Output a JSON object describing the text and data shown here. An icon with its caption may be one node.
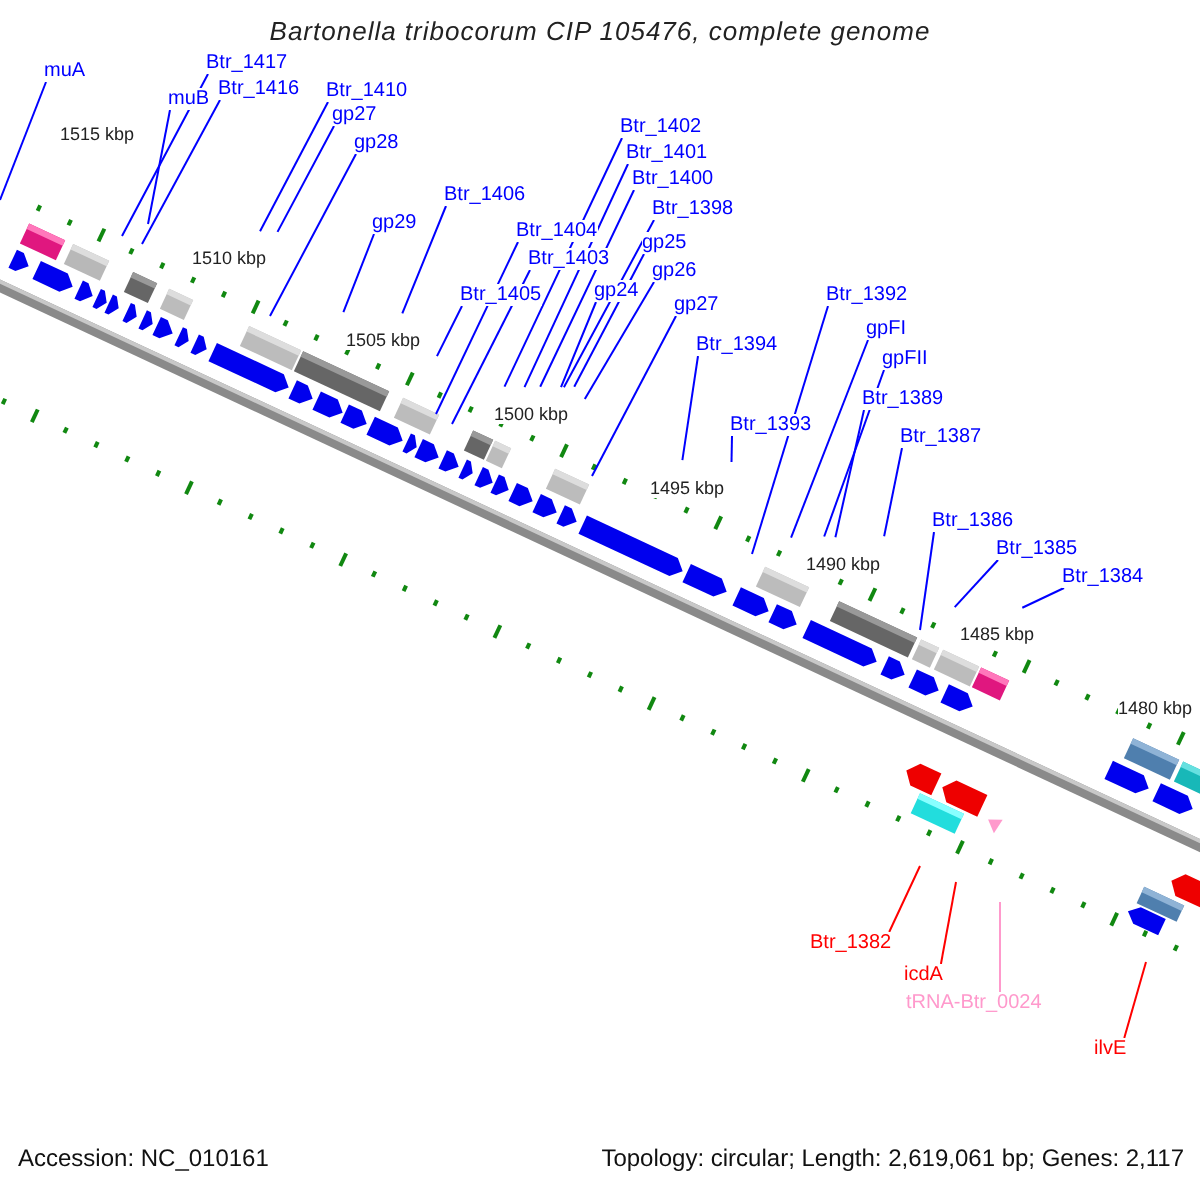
{
  "diagram": {
    "title": "Bartonella tribocorum CIP 105476, complete genome",
    "nodes": [
      {
        "text": [
          "muA"
        ]
      },
      {
        "text": [
          "muB"
        ]
      },
      {
        "text": [
          "Btr_1417"
        ]
      },
      {
        "text": [
          "Btr_1416"
        ]
      },
      {
        "text": [
          "Btr_1410"
        ]
      },
      {
        "text": [
          "gp27"
        ]
      },
      {
        "text": [
          "gp28"
        ]
      },
      {
        "text": [
          "Btr_1402"
        ]
      },
      {
        "text": [
          "Btr_1401"
        ]
      },
      {
        "text": [
          "Btr_1400"
        ]
      },
      {
        "text": [
          "Btr_1406"
        ]
      },
      {
        "text": [
          "Btr_1398"
        ]
      },
      {
        "text": [
          "gp29"
        ]
      },
      {
        "text": [
          "Btr_1404"
        ]
      },
      {
        "text": [
          "gp25"
        ]
      },
      {
        "text": [
          "Btr_1403"
        ]
      },
      {
        "text": [
          "gp26"
        ]
      },
      {
        "text": [
          "gp24"
        ]
      },
      {
        "text": [
          "Btr_1405"
        ]
      },
      {
        "text": [
          "gp27"
        ]
      },
      {
        "text": [
          "Btr_1392"
        ]
      },
      {
        "text": [
          "gpFI"
        ]
      },
      {
        "text": [
          "Btr_1394"
        ]
      },
      {
        "text": [
          "gpFII"
        ]
      },
      {
        "text": [
          "Btr_1389"
        ]
      },
      {
        "text": [
          "Btr_1393"
        ]
      },
      {
        "text": [
          "Btr_1387"
        ]
      },
      {
        "text": [
          "Btr_1386"
        ]
      },
      {
        "text": [
          "Btr_1385"
        ]
      },
      {
        "text": [
          "Btr_1384"
        ]
      },
      {
        "text": [
          "Btr_1382"
        ]
      },
      {
        "text": [
          "icdA"
        ]
      },
      {
        "text": [
          "tRNA-Btr_0024"
        ]
      },
      {
        "text": [
          "ilvE"
        ]
      }
    ],
    "edges": [
      {
        "from": 0,
        "to": null,
        "arrow": "none"
      },
      {
        "from": 1,
        "to": null,
        "arrow": "none"
      },
      {
        "from": 2,
        "to": null,
        "arrow": "none"
      },
      {
        "from": 3,
        "to": null,
        "arrow": "none"
      },
      {
        "from": 4,
        "to": null,
        "arrow": "none"
      },
      {
        "from": 5,
        "to": null,
        "arrow": "none"
      },
      {
        "from": 6,
        "to": null,
        "arrow": "none"
      },
      {
        "from": 7,
        "to": null,
        "arrow": "none"
      },
      {
        "from": 8,
        "to": null,
        "arrow": "none"
      },
      {
        "from": 9,
        "to": null,
        "arrow": "none"
      },
      {
        "from": 10,
        "to": null,
        "arrow": "none"
      },
      {
        "from": 11,
        "to": null,
        "arrow": "none"
      },
      {
        "from": 12,
        "to": null,
        "arrow": "none"
      },
      {
        "from": 13,
        "to": null,
        "arrow": "none"
      },
      {
        "from": 14,
        "to": null,
        "arrow": "none"
      },
      {
        "from": 15,
        "to": null,
        "arrow": "none"
      },
      {
        "from": 16,
        "to": null,
        "arrow": "none"
      },
      {
        "from": 17,
        "to": null,
        "arrow": "none"
      },
      {
        "from": 18,
        "to": null,
        "arrow": "none"
      },
      {
        "from": 19,
        "to": null,
        "arrow": "none"
      },
      {
        "from": 20,
        "to": null,
        "arrow": "none"
      },
      {
        "from": 21,
        "to": null,
        "arrow": "none"
      },
      {
        "from": 22,
        "to": null,
        "arrow": "none"
      },
      {
        "from": 23,
        "to": null,
        "arrow": "none"
      },
      {
        "from": 24,
        "to": null,
        "arrow": "none"
      },
      {
        "from": 25,
        "to": null,
        "arrow": "none"
      },
      {
        "from": 26,
        "to": null,
        "arrow": "none"
      },
      {
        "from": 27,
        "to": null,
        "arrow": "none"
      },
      {
        "from": 28,
        "to": null,
        "arrow": "none"
      },
      {
        "from": 29,
        "to": null,
        "arrow": "none"
      },
      {
        "from": 30,
        "to": null,
        "arrow": "none",
        "color": "#ff0000"
      },
      {
        "from": 31,
        "to": null,
        "arrow": "none",
        "color": "#ff0000"
      },
      {
        "from": 32,
        "to": null,
        "arrow": "none",
        "color": "#ff99cc"
      },
      {
        "from": 33,
        "to": null,
        "arrow": "none",
        "color": "#ff0000"
      }
    ],
    "labels": [
      "1515 kbp",
      "1510 kbp",
      "1505 kbp",
      "1500 kbp",
      "1495 kbp",
      "1490 kbp",
      "1485 kbp",
      "1480 kbp",
      "Accession: NC_010161",
      "Topology: circular; Length: 2,619,061 bp; Genes: 2,117"
    ]
  }
}
